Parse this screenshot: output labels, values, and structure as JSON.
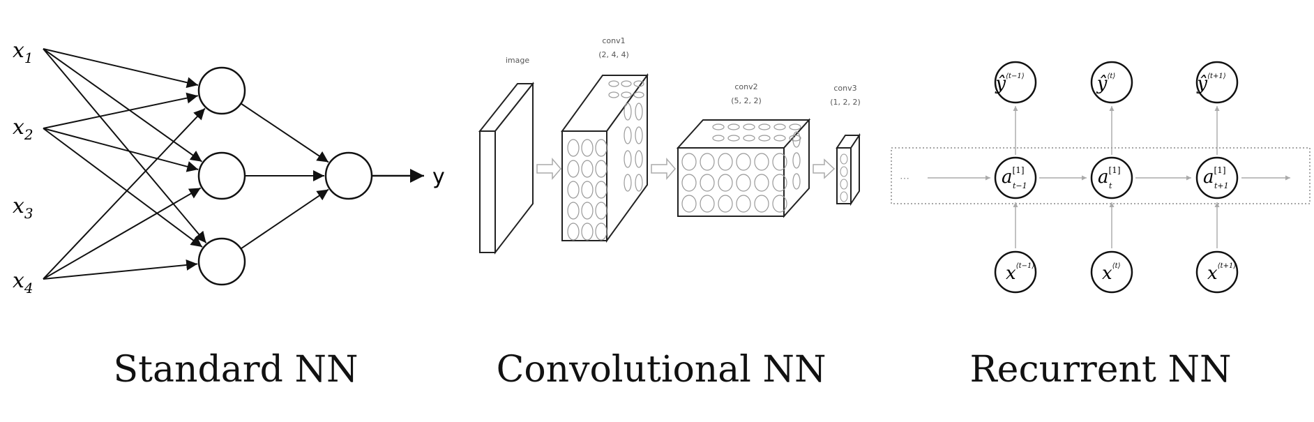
{
  "colors": {
    "ink": "#111111",
    "faint": "#999999"
  },
  "standard_nn": {
    "caption": "Standard NN",
    "inputs": [
      {
        "base": "x",
        "sub": "1"
      },
      {
        "base": "x",
        "sub": "2"
      },
      {
        "base": "x",
        "sub": "3"
      },
      {
        "base": "x",
        "sub": "4"
      }
    ],
    "output_label": "y"
  },
  "convolutional_nn": {
    "caption": "Convolutional NN",
    "layers": [
      {
        "name": "image",
        "dims": ""
      },
      {
        "name": "conv1",
        "dims": "(2, 4, 4)"
      },
      {
        "name": "conv2",
        "dims": "(5, 2, 2)"
      },
      {
        "name": "conv3",
        "dims": "(1, 2, 2)"
      }
    ]
  },
  "recurrent_nn": {
    "caption": "Recurrent NN",
    "steps": [
      {
        "y": "ŷ",
        "y_sup": "⟨t−1⟩",
        "a": "a",
        "a_sup": "[1]",
        "a_sub": "t−1",
        "x": "x",
        "x_sup": "⟨t−1⟩"
      },
      {
        "y": "ŷ",
        "y_sup": "⟨t⟩",
        "a": "a",
        "a_sup": "[1]",
        "a_sub": "t",
        "x": "x",
        "x_sup": "⟨t⟩"
      },
      {
        "y": "ŷ",
        "y_sup": "⟨t+1⟩",
        "a": "a",
        "a_sup": "[1]",
        "a_sub": "t+1",
        "x": "x",
        "x_sup": "⟨t+1⟩"
      }
    ],
    "ellipsis": "⋯"
  }
}
